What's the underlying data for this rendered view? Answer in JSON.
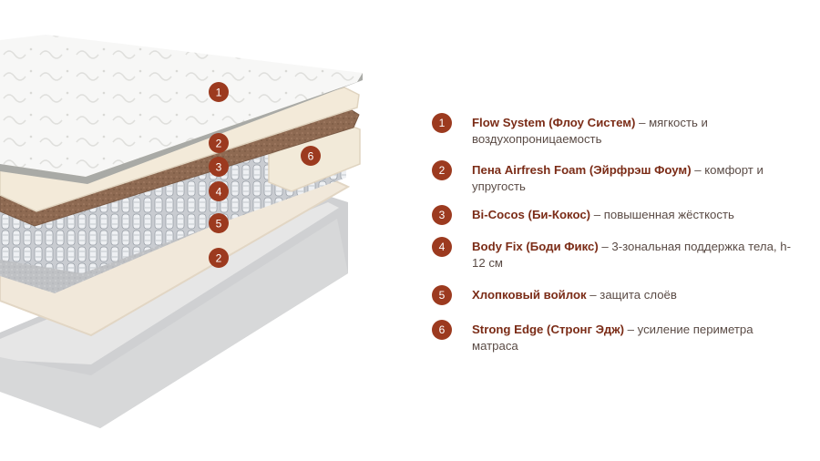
{
  "legend": [
    {
      "number": "1",
      "title": "Flow System (Флоу Систем)",
      "description": " – мягкость и воздухопроницаемость"
    },
    {
      "number": "2",
      "title": "Пена Airfresh Foam (Эйрфрэш Фоум)",
      "description": " – комфорт и упругость"
    },
    {
      "number": "3",
      "title": "Bi-Cocos (Би-Кокос)",
      "description": " – повышенная жёсткость"
    },
    {
      "number": "4",
      "title": "Body Fix (Боди Фикс)",
      "description": " – 3-зональная поддержка тела, h-12 см"
    },
    {
      "number": "5",
      "title": "Хлопковый войлок",
      "description": " – защита слоёв"
    },
    {
      "number": "6",
      "title": "Strong Edge (Стронг Эдж)",
      "description": " – усиление периметра матраса"
    }
  ],
  "callouts": [
    "1",
    "2",
    "3",
    "4",
    "5",
    "2",
    "6"
  ],
  "colors": {
    "badge": "#9c3a1f",
    "title": "#7b2c17",
    "text": "#5a4b45"
  }
}
